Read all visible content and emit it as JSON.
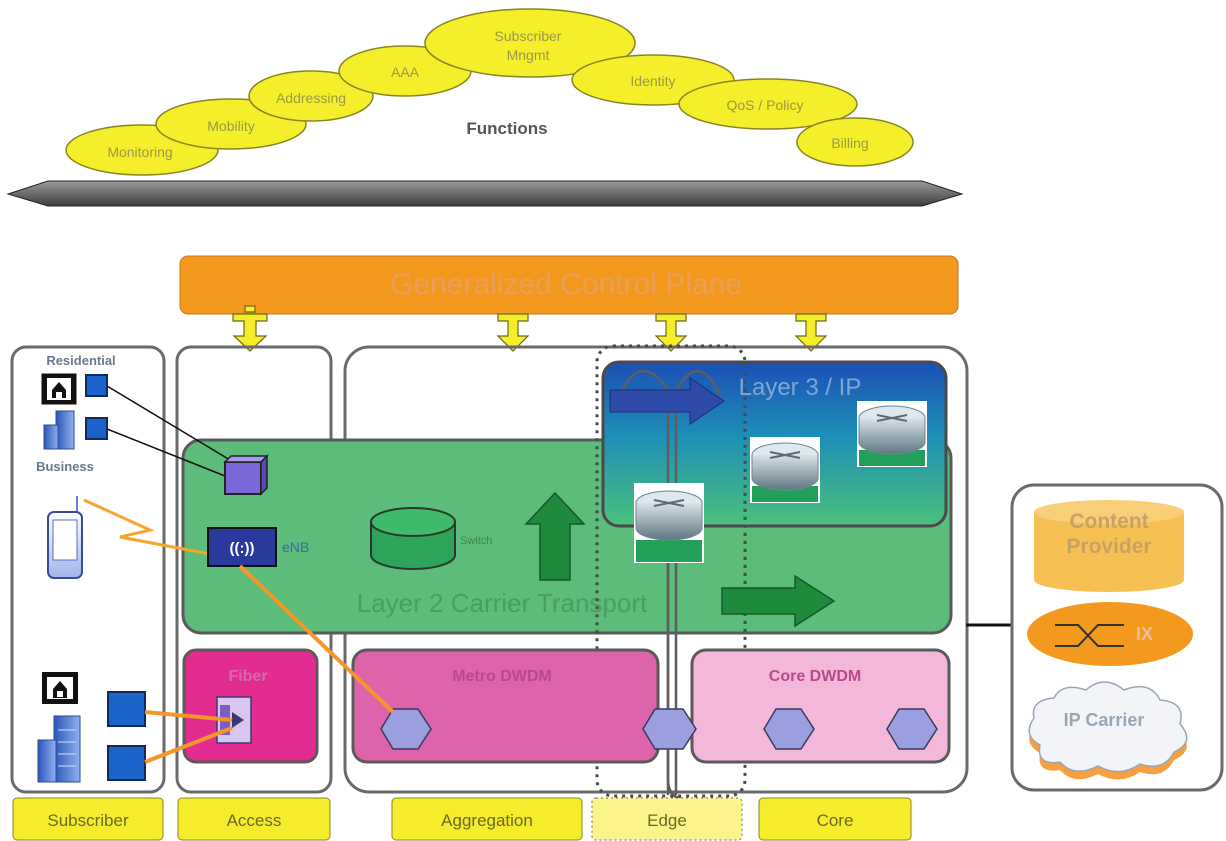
{
  "functions": {
    "title": "Functions",
    "items": [
      {
        "label": "Monitoring"
      },
      {
        "label": "Mobility"
      },
      {
        "label": "Addressing"
      },
      {
        "label": "AAA"
      },
      {
        "label": "Subscriber",
        "label2": "Mngmt"
      },
      {
        "label": "Identity"
      },
      {
        "label": "QoS / Policy"
      },
      {
        "label": "Billing"
      }
    ]
  },
  "control_plane": {
    "label": "Generalized Control Plane"
  },
  "subscriber": {
    "residential": "Residential",
    "business": "Business"
  },
  "access": {
    "enb": "eNB",
    "fiber": "Fiber",
    "radio_glyph": "((:))"
  },
  "layer2": {
    "label": "Layer 2 Carrier Transport",
    "switch": "Switch"
  },
  "layer3": {
    "label": "Layer 3 /  IP"
  },
  "dwdm": {
    "metro": "Metro DWDM",
    "core": "Core DWDM"
  },
  "external": {
    "content_line1": "Content",
    "content_line2": "Provider",
    "ix": "IX",
    "ip_carrier": "IP Carrier"
  },
  "segments": [
    "Subscriber",
    "Access",
    "Aggregation",
    "Edge",
    "Core"
  ],
  "colors": {
    "function_bubble": "#f5ee2a",
    "control_plane": "#f39a1e",
    "layer2": "#5cbc7a",
    "layer3": "#1a6ec0",
    "metro_dwdm": "#dd64aa",
    "core_dwdm": "#f3b8d9",
    "fiber": "#e22c8f",
    "segment_label": "#f6ec2c",
    "arrow_blue": "#2f4aa8",
    "arrow_green": "#1e8a3c",
    "fiber_line": "#f6962a"
  }
}
